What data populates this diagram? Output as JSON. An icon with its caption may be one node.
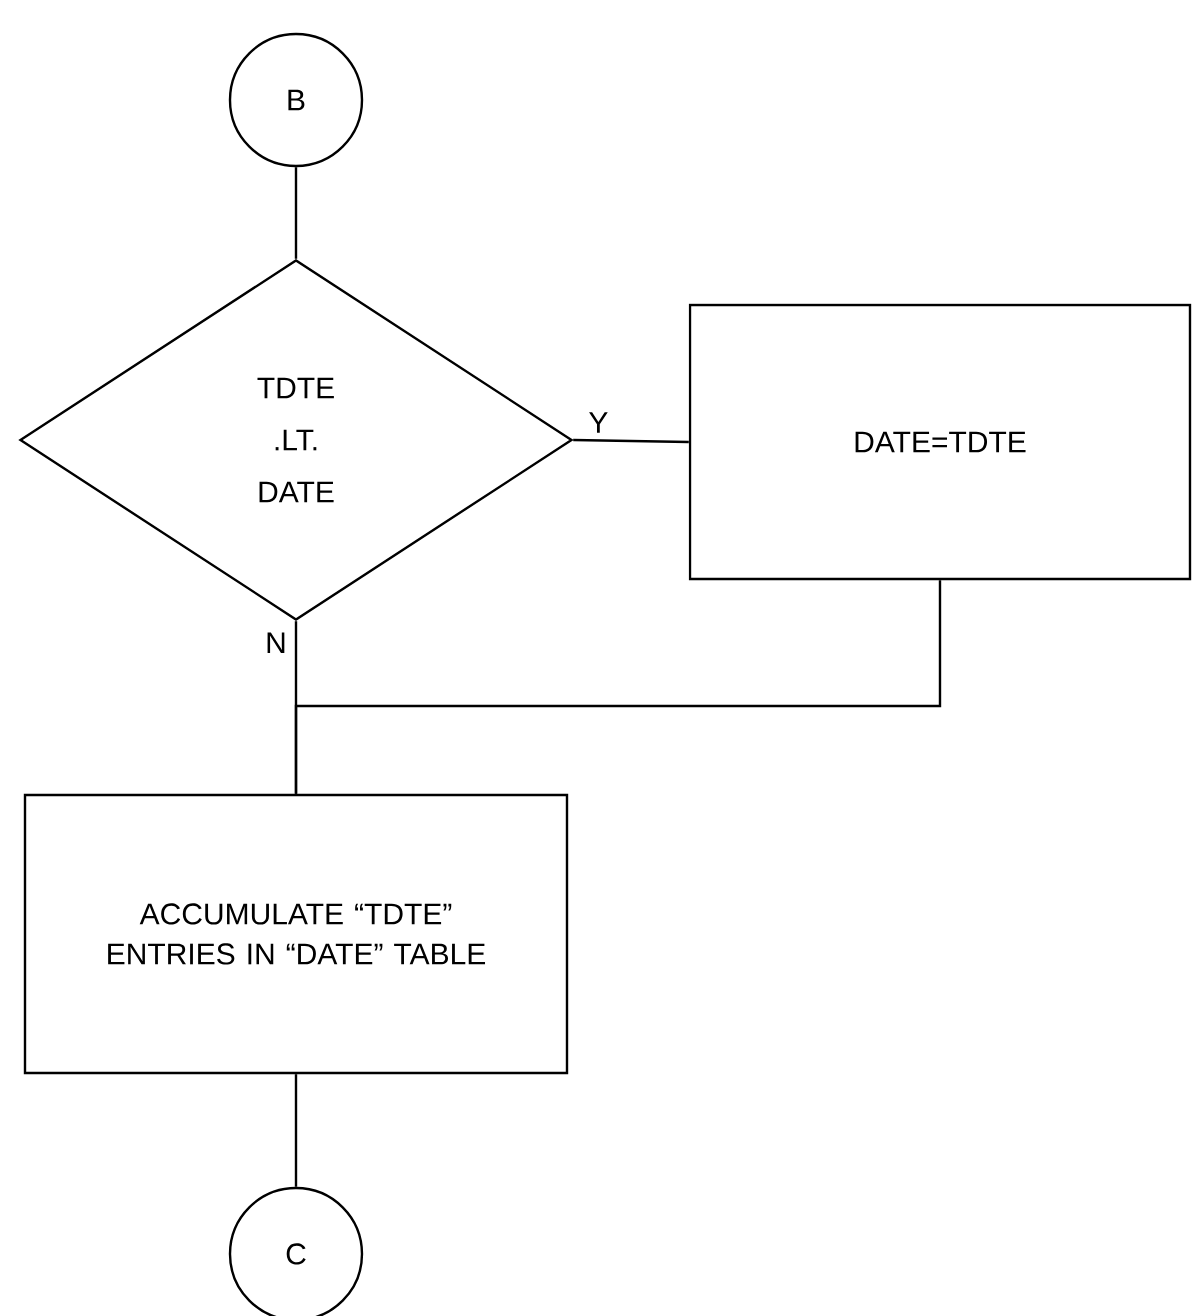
{
  "diagram": {
    "nodes": [
      {
        "text": [
          "B"
        ]
      },
      {
        "text": [
          "TDTE .LT. DATE"
        ]
      },
      {
        "text": [
          "DATE=TDTE"
        ]
      },
      {
        "text": [
          "ACCUMULATE “TDTE” ENTRIES IN “DATE” TABLE"
        ]
      },
      {
        "text": [
          "C"
        ]
      }
    ],
    "edges": [
      {
        "from": 0,
        "to": 1,
        "arrow": "none"
      },
      {
        "from": 1,
        "to": 2,
        "arrow": "none",
        "label": "Y"
      },
      {
        "from": 1,
        "to": 3,
        "arrow": "none",
        "label": "N"
      },
      {
        "from": 2,
        "to": 3,
        "arrow": "none"
      },
      {
        "from": 3,
        "to": 4,
        "arrow": "none"
      }
    ]
  }
}
